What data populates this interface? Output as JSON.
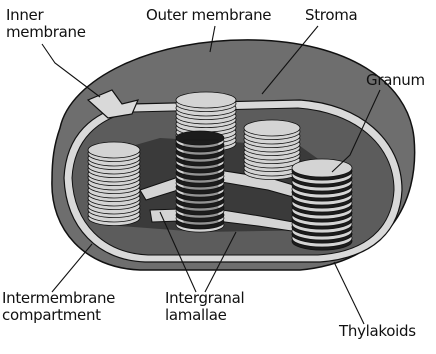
{
  "labels": {
    "inner_membrane": [
      "Inner",
      "membrane"
    ],
    "outer_membrane": "Outer membrane",
    "stroma": "Stroma",
    "granum": "Granum",
    "intermembrane_compartment": [
      "Intermembrane",
      "compartment"
    ],
    "intergranal_lamallae": [
      "Intergranal",
      "lamallae"
    ],
    "thylakoids": "Thylakoids"
  },
  "colors": {
    "outer": "#6e6e6e",
    "shell_gap": "#d9d9d9",
    "stroma": "#5c5c5c",
    "stroma_dark": "#3a3a3a",
    "disc": "#d4d4d4",
    "disc_dark": "#1c1c1c",
    "line": "#111111"
  }
}
